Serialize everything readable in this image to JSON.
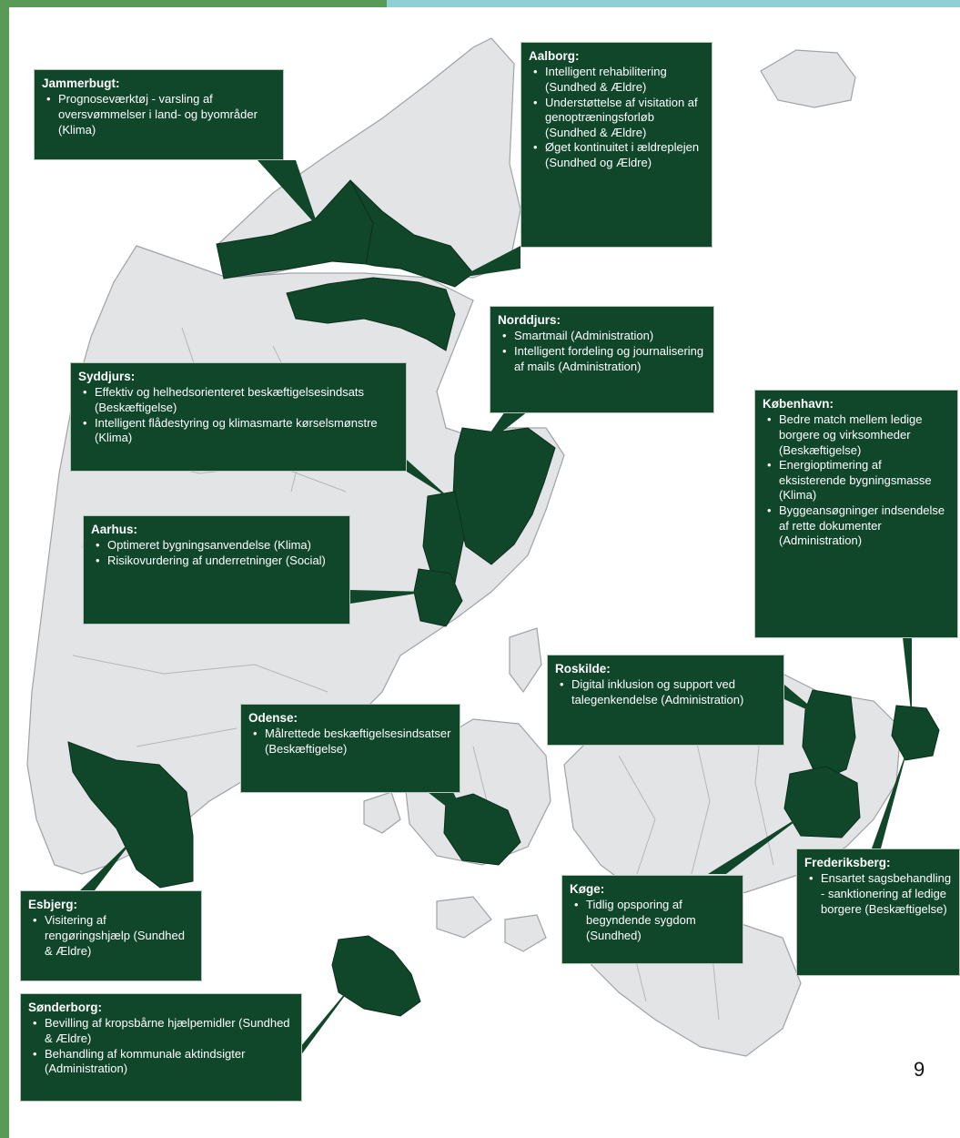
{
  "colors": {
    "dark_green": "#10472b",
    "accent_green": "#5a9a57",
    "accent_teal": "#8fd0d6",
    "land_grey": "#e3e4e5",
    "border_grey": "#9fa3a6"
  },
  "page_number": "9",
  "regions": {
    "jammerbugt": {
      "title": "Jammerbugt:",
      "items": [
        "Prognoseværktøj - varsling af oversvømmelser i land- og byområder (Klima)"
      ]
    },
    "aalborg": {
      "title": "Aalborg:",
      "items": [
        "Intelligent rehabilitering (Sundhed & Ældre)",
        "Understøttelse af visitation af genoptræningsforløb (Sundhed & Ældre)",
        "Øget kontinuitet i ældreplejen (Sundhed og Ældre)"
      ]
    },
    "norddjurs": {
      "title": "Norddjurs:",
      "items": [
        "Smartmail (Administration)",
        "Intelligent fordeling og journalisering af mails (Administration)"
      ]
    },
    "syddjurs": {
      "title": "Syddjurs:",
      "items": [
        "Effektiv og helhedsorienteret beskæftigelsesindsats (Beskæftigelse)",
        "Intelligent flådestyring og klimasmarte kørselsmønstre (Klima)"
      ]
    },
    "koebenhavn": {
      "title": "København:",
      "items": [
        "Bedre match mellem ledige borgere og virksomheder (Beskæftigelse)",
        "Energioptimering af eksisterende bygningsmasse (Klima)",
        "Byggeansøgninger indsendelse af rette dokumenter (Administration)"
      ]
    },
    "aarhus": {
      "title": "Aarhus:",
      "items": [
        "Optimeret bygningsanvendelse (Klima)",
        "Risikovurdering af underretninger (Social)"
      ]
    },
    "roskilde": {
      "title": "Roskilde:",
      "items": [
        "Digital inklusion og support ved talegenkendelse (Administration)"
      ]
    },
    "odense": {
      "title": "Odense:",
      "items": [
        "Målrettede beskæftigelsesindsatser (Beskæftigelse)"
      ]
    },
    "esbjerg": {
      "title": "Esbjerg:",
      "items": [
        "Visitering af rengøringshjælp (Sundhed & Ældre)"
      ]
    },
    "koege": {
      "title": "Køge:",
      "items": [
        "Tidlig opsporing af begyndende sygdom (Sundhed)"
      ]
    },
    "frederiksberg": {
      "title": "Frederiksberg:",
      "items": [
        "Ensartet sagsbehandling - sanktionering af ledige borgere (Beskæftigelse)"
      ]
    },
    "soenderborg": {
      "title": "Sønderborg:",
      "items": [
        "Bevilling af kropsbårne hjælpemidler (Sundhed & Ældre)",
        "Behandling af kommunale aktindsigter (Administration)"
      ]
    }
  }
}
